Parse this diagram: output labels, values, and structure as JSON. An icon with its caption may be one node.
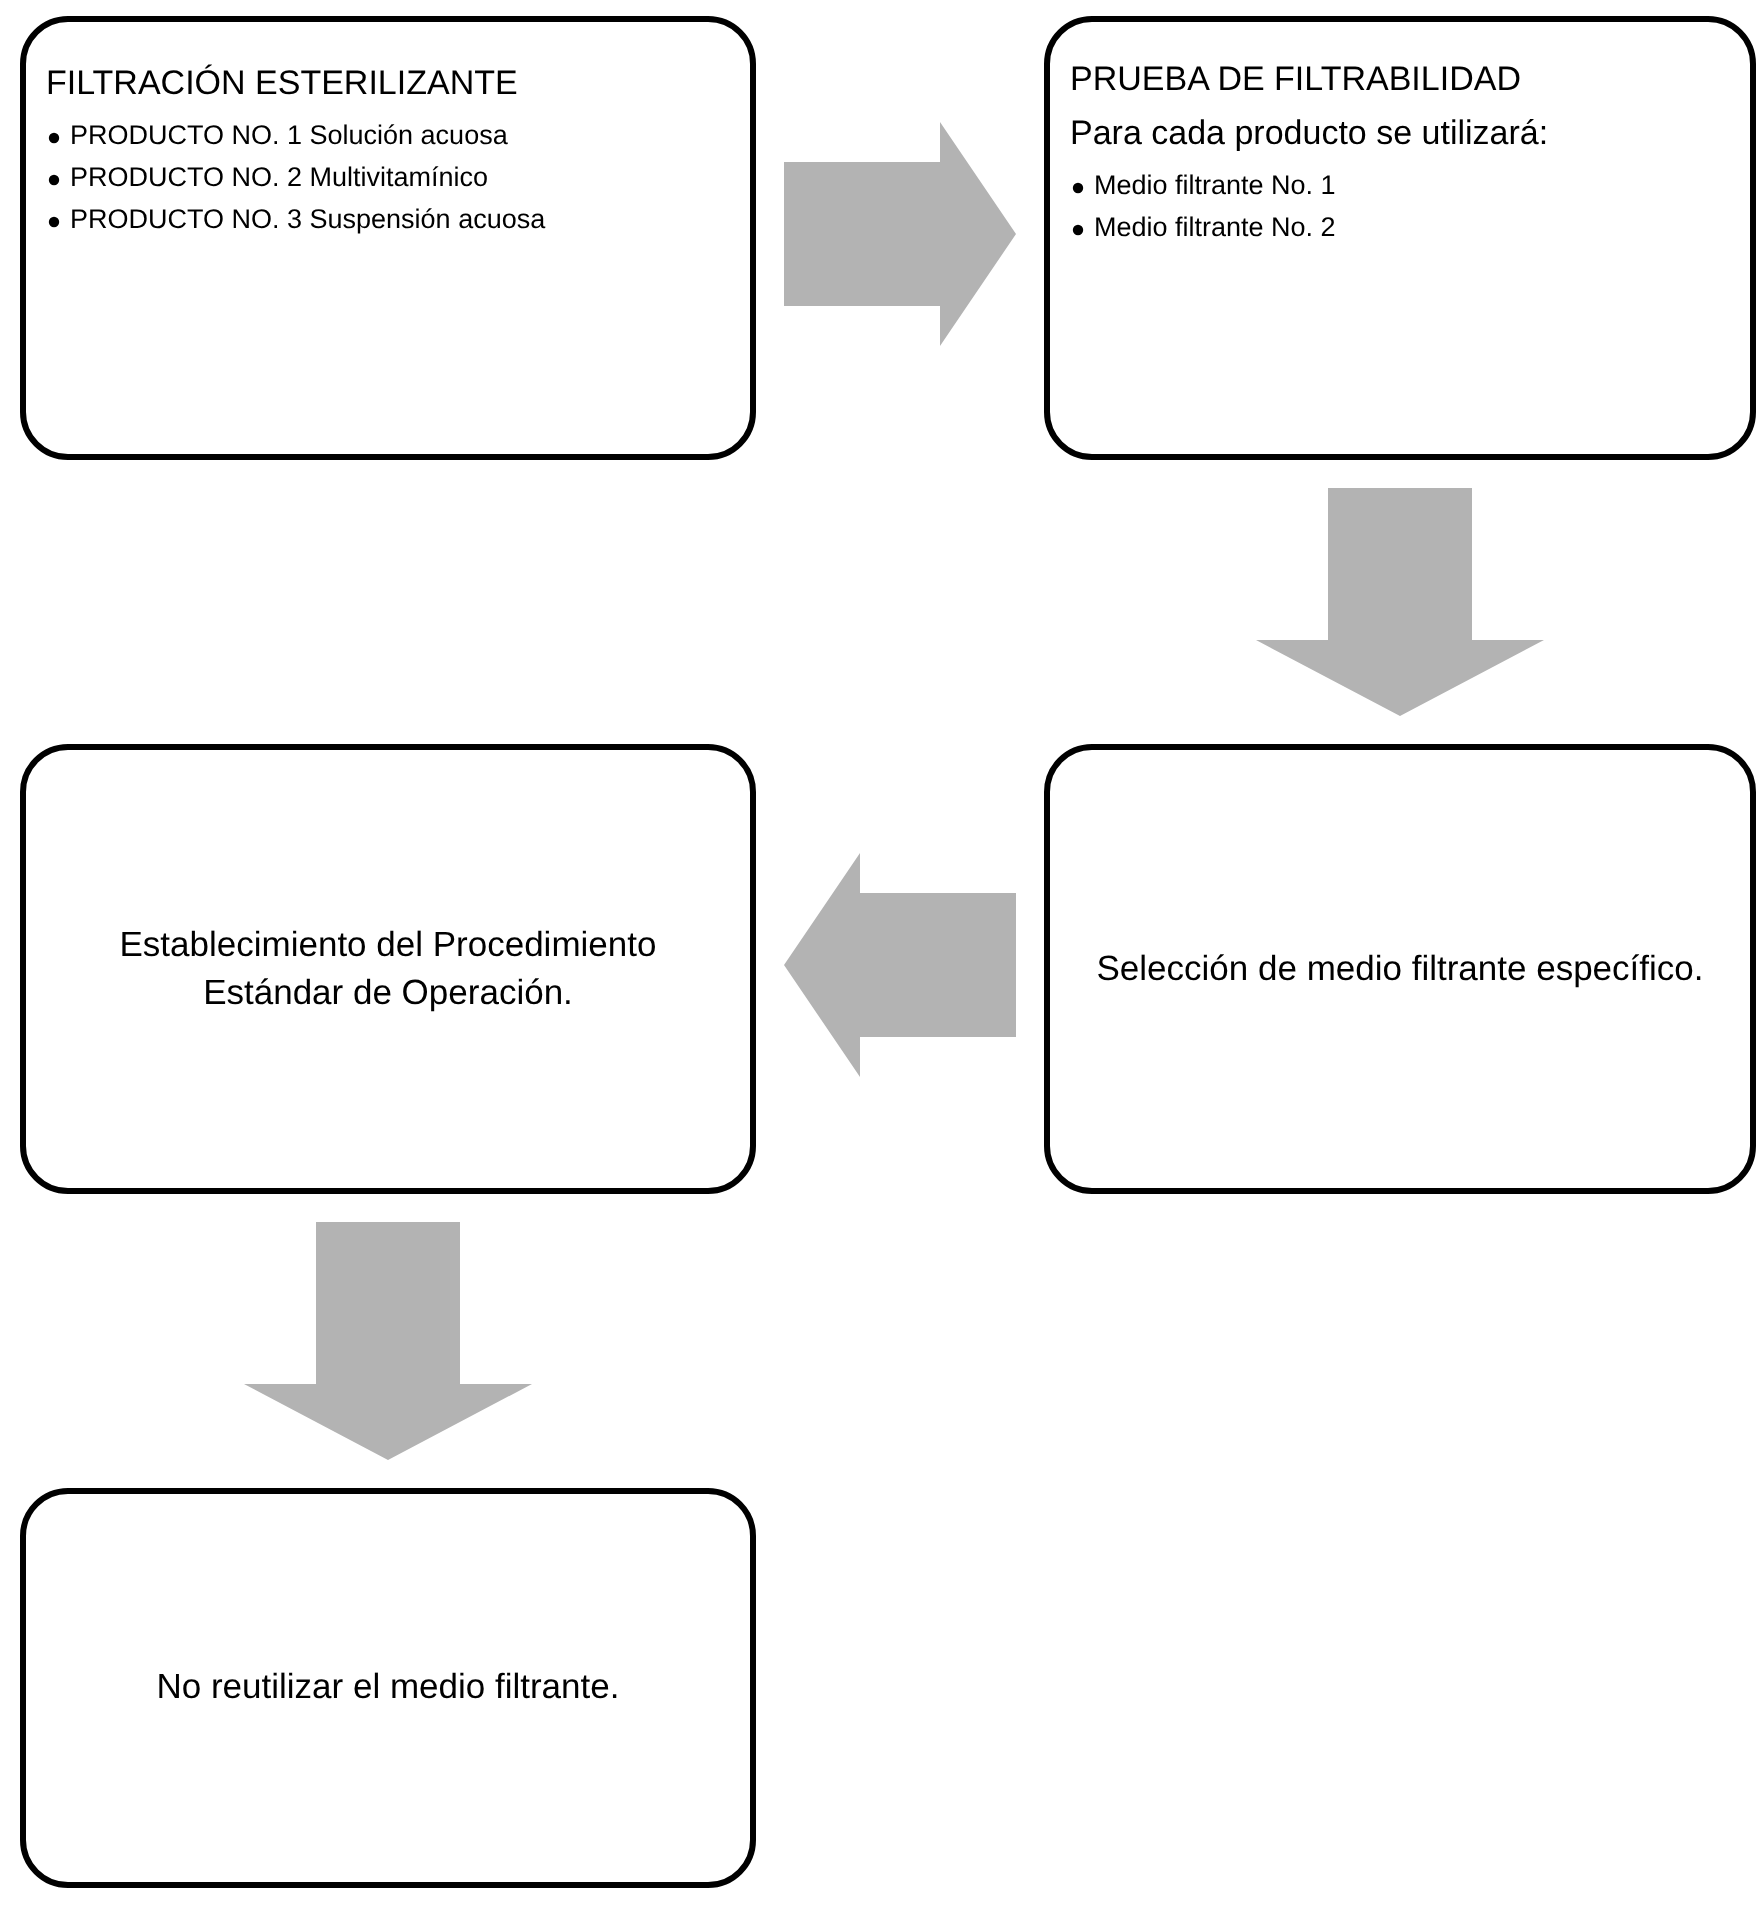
{
  "diagram": {
    "nodes": [
      {
        "text": [
          "FILTRACIÓN ESTERILIZANTE",
          "PRODUCTO NO. 1 Solución acuosa",
          "PRODUCTO NO. 2 Multivitamínico",
          "PRODUCTO NO. 3 Suspensión acuosa"
        ]
      },
      {
        "text": [
          "PRUEBA DE FILTRABILIDAD",
          "Para cada producto se utilizará:",
          "Medio filtrante No. 1",
          "Medio filtrante No. 2"
        ]
      },
      {
        "text": [
          "Selección de medio filtrante específico."
        ]
      },
      {
        "text": [
          "Establecimiento del Procedimiento Estándar de Operación."
        ]
      },
      {
        "text": [
          "No reutilizar el medio filtrante."
        ]
      }
    ],
    "edges": [
      {
        "from": 0,
        "to": 1,
        "arrow": "to"
      },
      {
        "from": 1,
        "to": 2,
        "arrow": "to"
      },
      {
        "from": 2,
        "to": 3,
        "arrow": "to"
      },
      {
        "from": 3,
        "to": 4,
        "arrow": "to"
      }
    ]
  }
}
